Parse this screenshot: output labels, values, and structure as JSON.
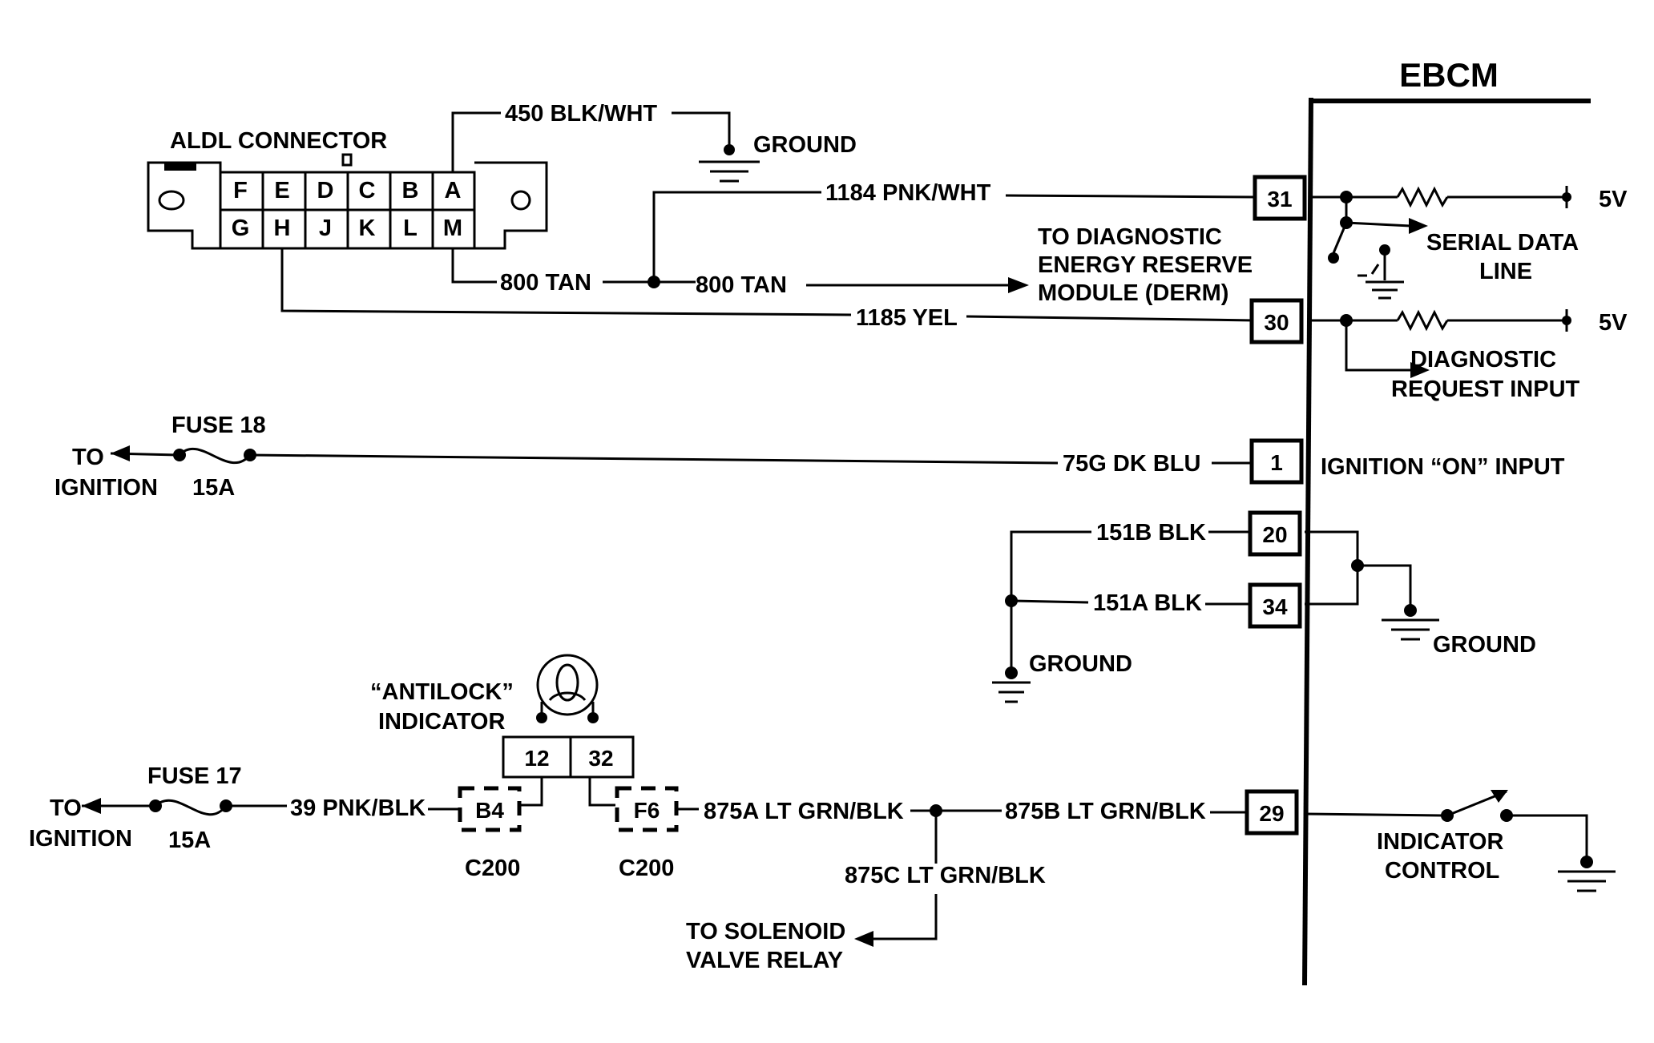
{
  "module_title": "EBCM",
  "aldl": {
    "title": "ALDL CONNECTOR",
    "top_pins": [
      "F",
      "E",
      "D",
      "C",
      "B",
      "A"
    ],
    "bottom_pins": [
      "G",
      "H",
      "J",
      "K",
      "L",
      "M"
    ]
  },
  "wires": {
    "w450": "450 BLK/WHT",
    "w1184": "1184 PNK/WHT",
    "w800_left": "800 TAN",
    "w800_right": "800 TAN",
    "w1185": "1185 YEL",
    "w75g": "75G DK BLU",
    "w151b": "151B BLK",
    "w151a": "151A BLK",
    "w39": "39 PNK/BLK",
    "w875a": "875A LT GRN/BLK",
    "w875b": "875B LT GRN/BLK",
    "w875c": "875C LT GRN/BLK"
  },
  "pins": {
    "p31": "31",
    "p30": "30",
    "p1": "1",
    "p20": "20",
    "p34": "34",
    "p29": "29",
    "lamp_12": "12",
    "lamp_32": "32"
  },
  "labels": {
    "ground_top": "GROUND",
    "ground_left": "GROUND",
    "ground_right": "GROUND",
    "derm": [
      "TO DIAGNOSTIC",
      "ENERGY RESERVE",
      "MODULE (DERM)"
    ],
    "serial": [
      "SERIAL DATA",
      "LINE"
    ],
    "diag_request": [
      "DIAGNOSTIC",
      "REQUEST INPUT"
    ],
    "ignition_on": "IGNITION “ON” INPUT",
    "v5_top": "5V",
    "v5_bottom": "5V",
    "fuse18": "FUSE 18",
    "fuse18_rating": "15A",
    "fuse17": "FUSE 17",
    "fuse17_rating": "15A",
    "to_ign_1": [
      "TO",
      "IGNITION"
    ],
    "to_ign_2": [
      "TO",
      "IGNITION"
    ],
    "antilock": [
      "“ANTILOCK”",
      "INDICATOR"
    ],
    "b4": "B4",
    "f6": "F6",
    "c200_left": "C200",
    "c200_right": "C200",
    "solenoid": [
      "TO SOLENOID",
      "VALVE RELAY"
    ],
    "indicator_control": [
      "INDICATOR",
      "CONTROL"
    ]
  }
}
